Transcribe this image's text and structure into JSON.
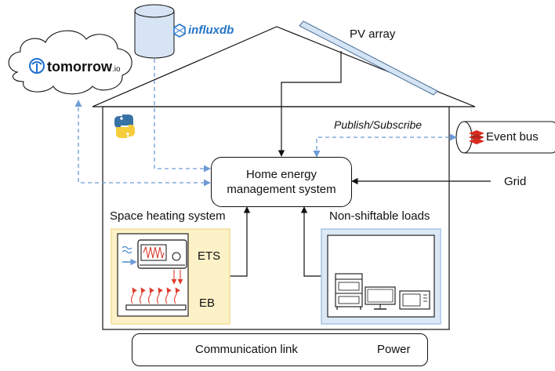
{
  "labels": {
    "pv_array": "PV array",
    "publish_subscribe": "Publish/Subscribe",
    "event_bus": "Event bus",
    "grid": "Grid",
    "hems_line1": "Home energy",
    "hems_line2": "management system",
    "space_heating": "Space heating system",
    "non_shiftable": "Non-shiftable loads",
    "ets": "ETS",
    "eb": "EB",
    "tomorrow_logo": "tomorrow",
    "tomorrow_suffix": ".io",
    "influx_logo": "influxdb"
  },
  "legend": {
    "communication": "Communication link",
    "power": "Power"
  },
  "colors": {
    "comm_link": "#6d9bd6",
    "power_line": "#111111",
    "heating_box_fill": "#fdf1c8",
    "heating_box_border": "#f2dd96",
    "loads_box_fill": "#dde8f6",
    "loads_box_border": "#a9c4e6",
    "cylinder_fill": "#d7e4f4",
    "tomorrow_blue": "#1c6fd1",
    "influx_blue": "#2474c8",
    "redis_red": "#d82c20",
    "heat_arrow_red": "#e03a2c",
    "pv_panel_fill": "#d4e4f4",
    "python_blue": "#3773a5",
    "python_yellow": "#f5cd3c"
  },
  "icons": [
    "python-icon",
    "redis-icon",
    "influxdb-icon",
    "tomorrow-icon",
    "storage-heater-icon",
    "radiator-icon",
    "appliance-icon",
    "monitor-icon",
    "microwave-icon",
    "pv-panel-icon",
    "cloud-icon",
    "database-cylinder-icon"
  ]
}
